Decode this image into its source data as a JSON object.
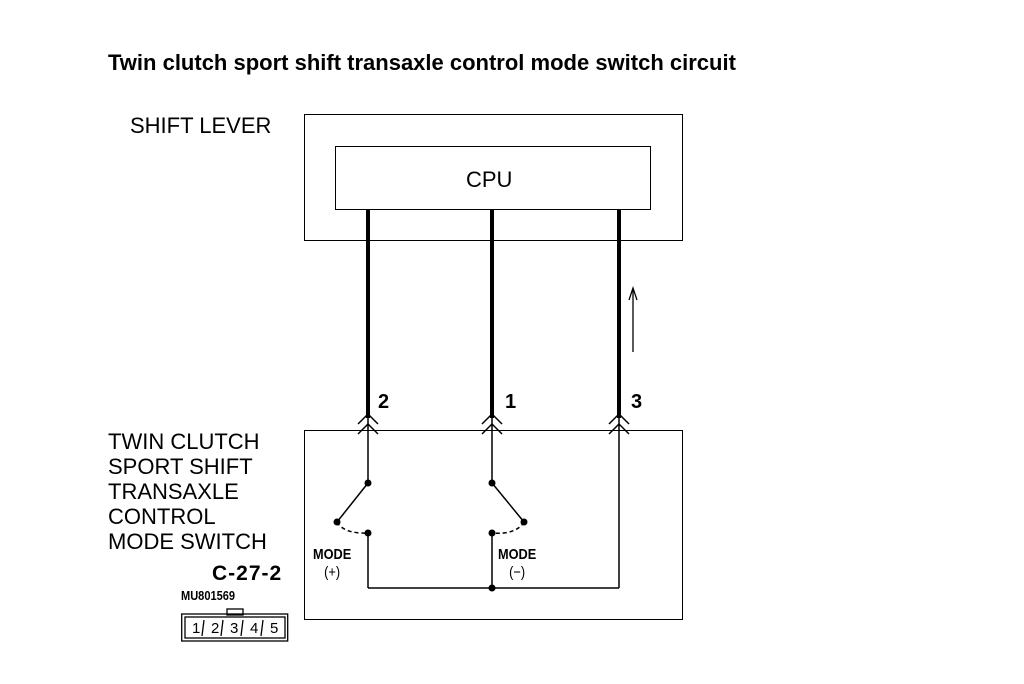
{
  "title": "Twin clutch sport shift transaxle control mode switch circuit",
  "shift_lever": {
    "label": "SHIFT LEVER",
    "cpu_label": "CPU"
  },
  "switch": {
    "label_lines": [
      "TWIN CLUTCH",
      "SPORT SHIFT",
      "TRANSAXLE",
      "CONTROL",
      "MODE SWITCH"
    ],
    "connector_id": "C-27-2",
    "part_number": "MU801569",
    "connector_terminals": [
      "1",
      "2",
      "3",
      "4",
      "5"
    ]
  },
  "pins": [
    "2",
    "1",
    "3"
  ],
  "modes": {
    "plus": {
      "line1": "MODE",
      "line2": "(+)"
    },
    "minus": {
      "line1": "MODE",
      "line2": "(−)"
    }
  }
}
